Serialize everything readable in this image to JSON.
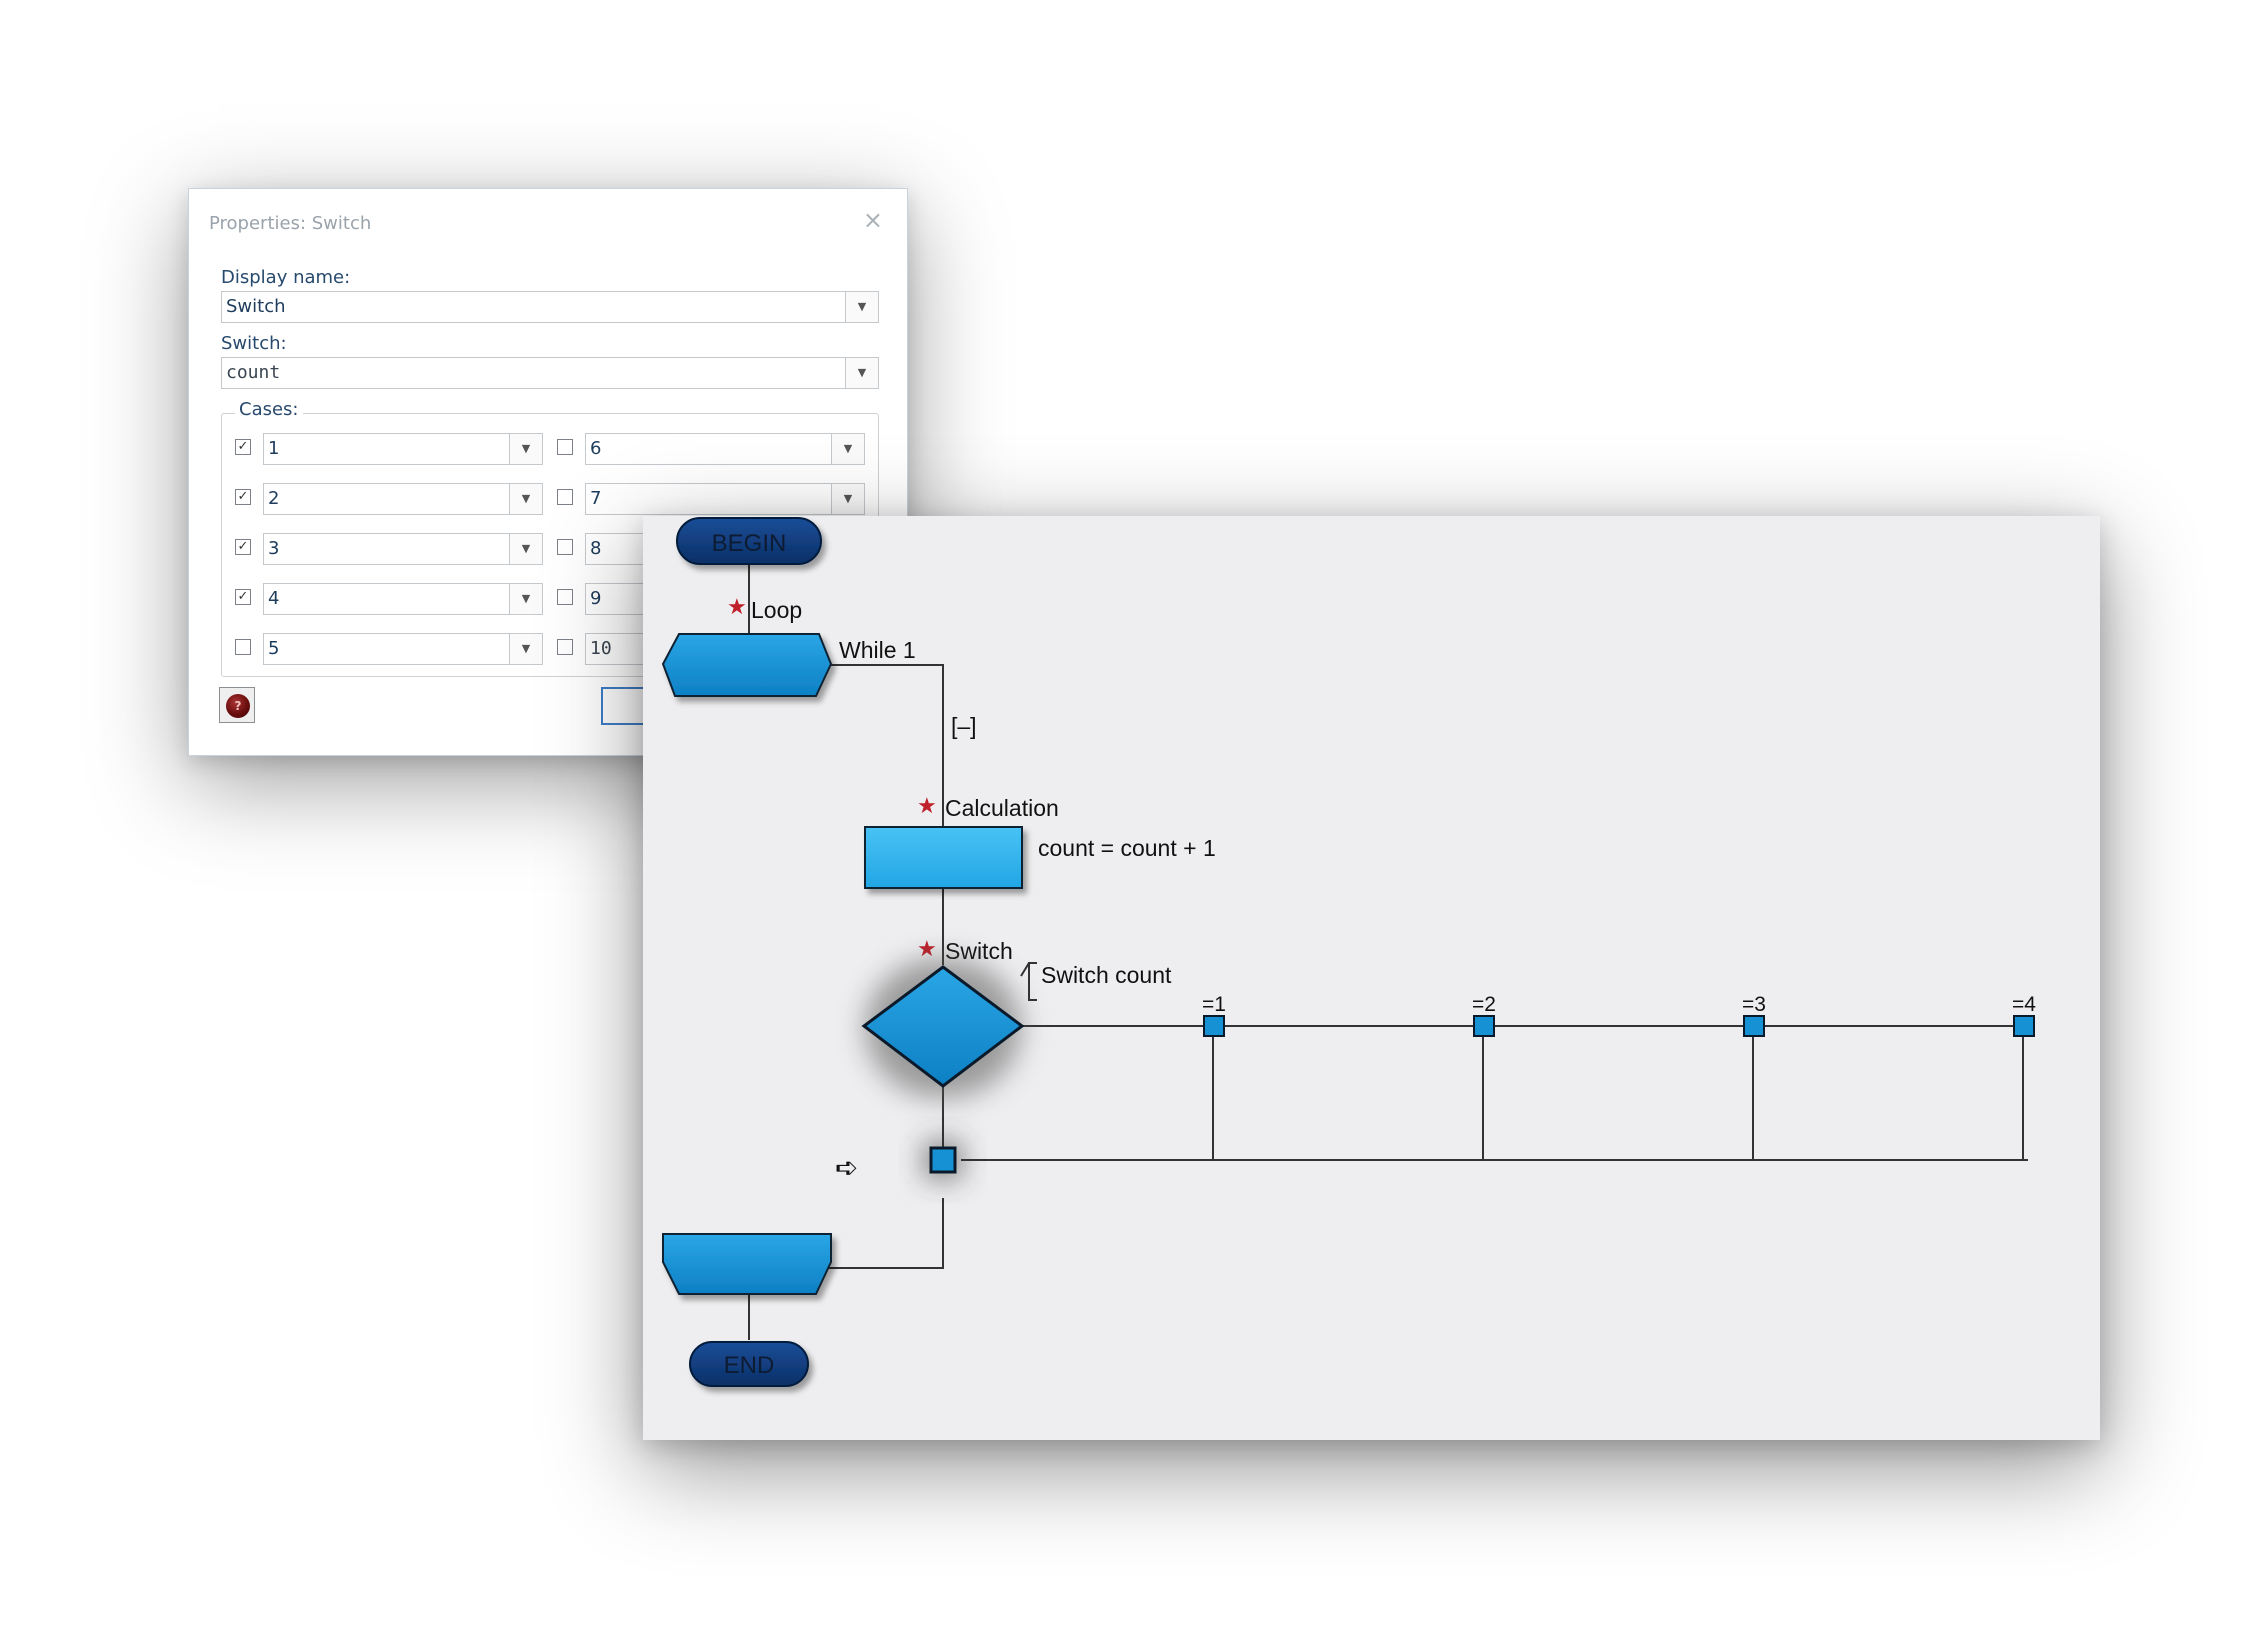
{
  "dialog": {
    "title": "Properties: Switch",
    "close_glyph": "×",
    "display_name_label": "Display name:",
    "display_name_value": "Switch",
    "switch_label": "Switch:",
    "switch_value": "count",
    "cases_label": "Cases:",
    "cases": [
      {
        "value": "1",
        "checked": true
      },
      {
        "value": "2",
        "checked": true
      },
      {
        "value": "3",
        "checked": true
      },
      {
        "value": "4",
        "checked": true
      },
      {
        "value": "5",
        "checked": false
      },
      {
        "value": "6",
        "checked": false
      },
      {
        "value": "7",
        "checked": false
      },
      {
        "value": "8",
        "checked": false
      },
      {
        "value": "9",
        "checked": false
      },
      {
        "value": "10",
        "checked": false
      }
    ],
    "help_icon": "help-icon"
  },
  "flowchart": {
    "begin_label": "BEGIN",
    "end_label": "END",
    "loop_label": "Loop",
    "loop_condition": "While 1",
    "collapse_label": "[–]",
    "calc_label": "Calculation",
    "calc_expression": "count = count + 1",
    "switch_label": "Switch",
    "switch_comment": "Switch count",
    "case_labels": [
      "=1",
      "=2",
      "=3",
      "=4"
    ],
    "colors": {
      "shape_fill": "#1591d4",
      "calc_fill": "#34b6ee",
      "terminal_fill": "#0d3a7a",
      "line": "#333333",
      "breakpoint_star": "#c0202a"
    }
  }
}
